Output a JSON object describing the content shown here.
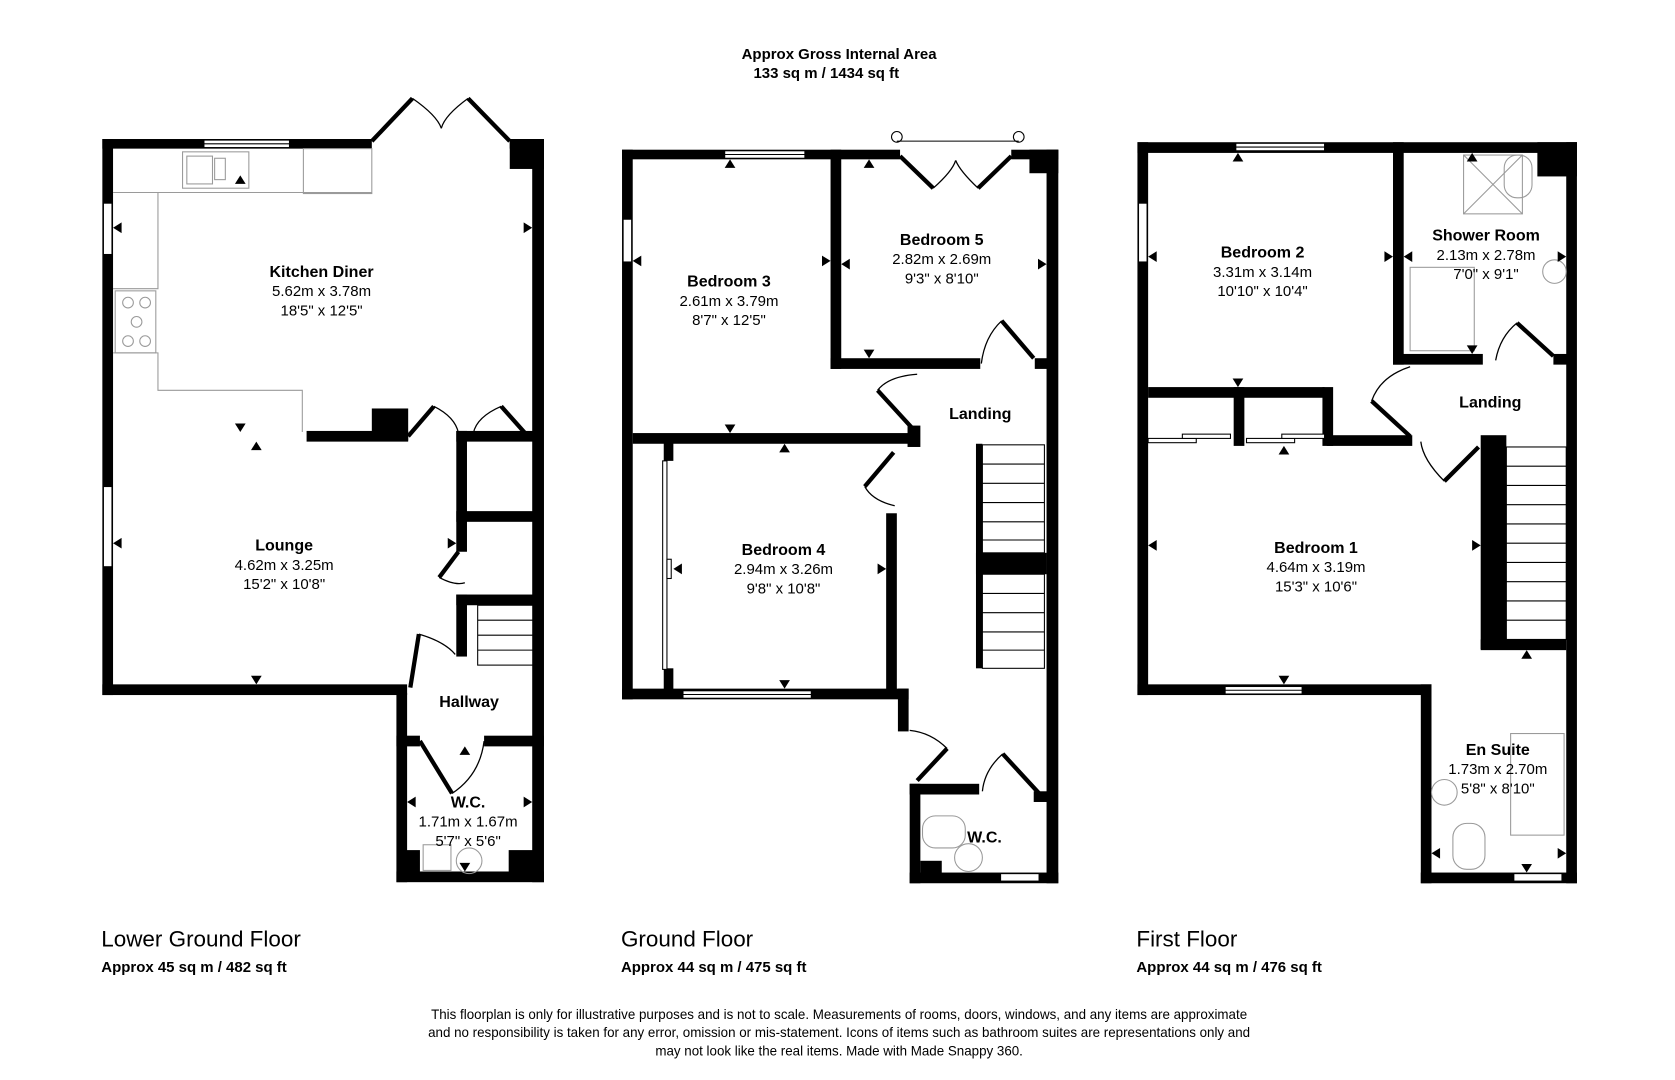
{
  "header": {
    "title": "Approx Gross Internal Area",
    "total_area": "133 sq m / 1434 sq ft"
  },
  "floors": [
    {
      "name": "Lower Ground Floor",
      "area": "Approx 45 sq m / 482 sq ft",
      "rooms": [
        {
          "name": "Kitchen Diner",
          "metric": "5.62m x 3.78m",
          "imperial": "18'5\" x 12'5\""
        },
        {
          "name": "Lounge",
          "metric": "4.62m x 3.25m",
          "imperial": "15'2\" x 10'8\""
        },
        {
          "name": "Hallway",
          "metric": "",
          "imperial": ""
        },
        {
          "name": "W.C.",
          "metric": "1.71m x 1.67m",
          "imperial": "5'7\" x 5'6\""
        }
      ]
    },
    {
      "name": "Ground Floor",
      "area": "Approx 44 sq m / 475 sq ft",
      "rooms": [
        {
          "name": "Bedroom 3",
          "metric": "2.61m x 3.79m",
          "imperial": "8'7\" x 12'5\""
        },
        {
          "name": "Bedroom 5",
          "metric": "2.82m x 2.69m",
          "imperial": "9'3\" x 8'10\""
        },
        {
          "name": "Landing",
          "metric": "",
          "imperial": ""
        },
        {
          "name": "Bedroom 4",
          "metric": "2.94m x 3.26m",
          "imperial": "9'8\" x 10'8\""
        },
        {
          "name": "W.C.",
          "metric": "",
          "imperial": ""
        }
      ]
    },
    {
      "name": "First Floor",
      "area": "Approx 44 sq m / 476 sq ft",
      "rooms": [
        {
          "name": "Bedroom 2",
          "metric": "3.31m x 3.14m",
          "imperial": "10'10\" x 10'4\""
        },
        {
          "name": "Shower Room",
          "metric": "2.13m x 2.78m",
          "imperial": "7'0\" x 9'1\""
        },
        {
          "name": "Landing",
          "metric": "",
          "imperial": ""
        },
        {
          "name": "Bedroom 1",
          "metric": "4.64m x 3.19m",
          "imperial": "15'3\" x 10'6\""
        },
        {
          "name": "En Suite",
          "metric": "1.73m x 2.70m",
          "imperial": "5'8\" x 8'10\""
        }
      ]
    }
  ],
  "disclaimer": [
    "This floorplan is only for illustrative purposes and is not to scale. Measurements of rooms, doors, windows, and any items are approximate",
    "and no responsibility is taken for any error, omission or mis-statement. Icons of items such as bathroom suites are representations only and",
    "may not look like the real items. Made with Made Snappy 360."
  ],
  "colors": {
    "wall": "#000000",
    "background": "#ffffff",
    "fixture": "#9a9a9a"
  }
}
